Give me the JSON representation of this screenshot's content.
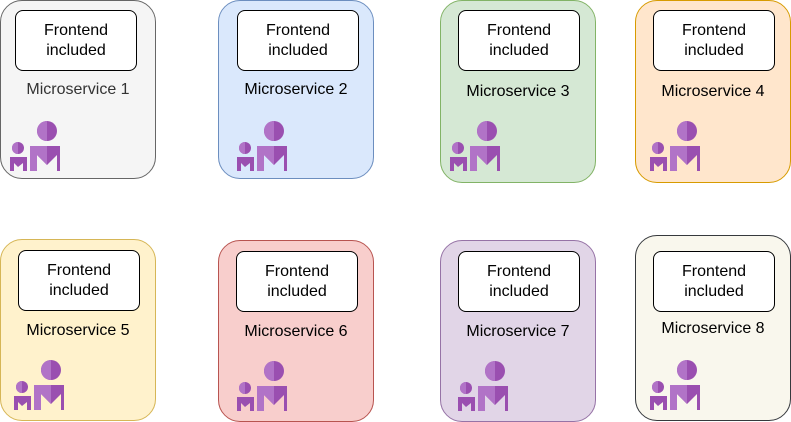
{
  "frontend_label": "Frontend\nincluded",
  "icon_color": "#9a4fb0",
  "icon_color_light": "#b173c7",
  "services": [
    {
      "name": "Microservice 1",
      "fill": "#f5f5f5",
      "stroke": "#666666",
      "text_color": "#333333"
    },
    {
      "name": "Microservice 2",
      "fill": "#dae8fc",
      "stroke": "#6c8ebf",
      "text_color": "#000000"
    },
    {
      "name": "Microservice 3",
      "fill": "#d5e8d4",
      "stroke": "#82b366",
      "text_color": "#000000"
    },
    {
      "name": "Microservice 4",
      "fill": "#ffe6cc",
      "stroke": "#d79b00",
      "text_color": "#000000"
    },
    {
      "name": "Microservice 5",
      "fill": "#fff2cc",
      "stroke": "#d6b656",
      "text_color": "#000000"
    },
    {
      "name": "Microservice 6",
      "fill": "#f8cecc",
      "stroke": "#b85450",
      "text_color": "#000000"
    },
    {
      "name": "Microservice 7",
      "fill": "#e1d5e7",
      "stroke": "#9673a6",
      "text_color": "#000000"
    },
    {
      "name": "Microservice 8",
      "fill": "#f9f7ed",
      "stroke": "#36393d",
      "text_color": "#000000"
    }
  ]
}
